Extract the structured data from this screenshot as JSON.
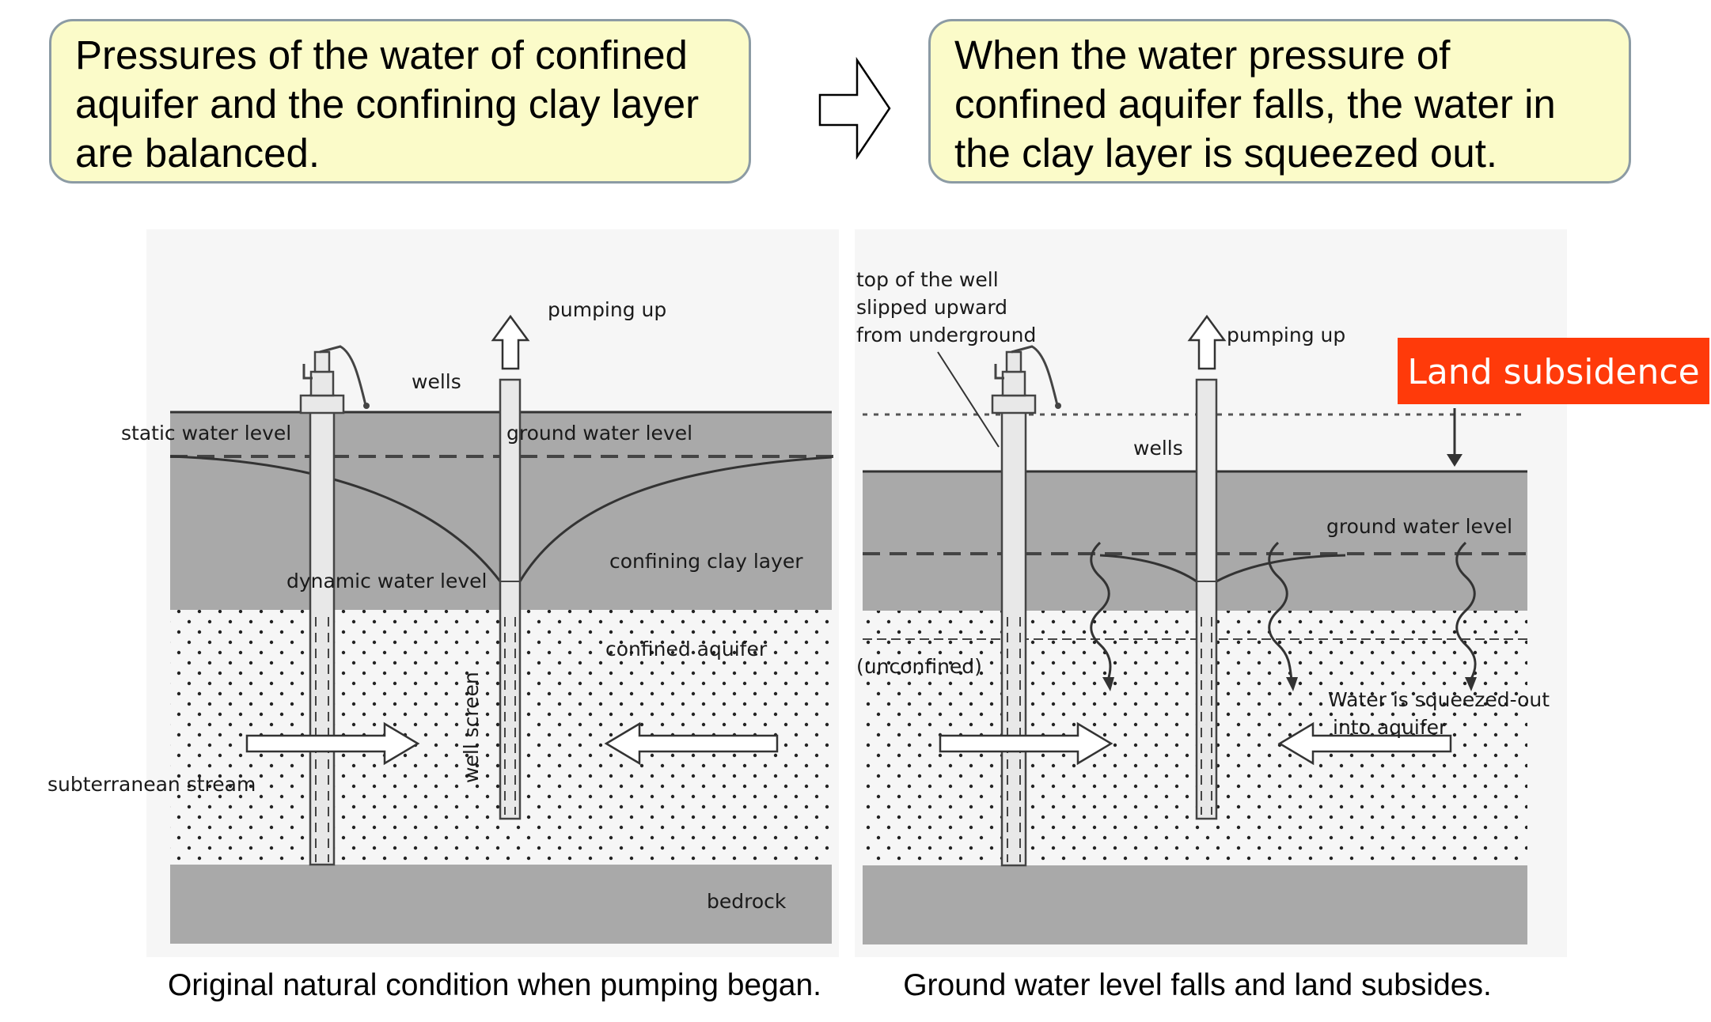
{
  "callouts": {
    "left": {
      "lines": [
        "Pressures of the water of confined",
        "aquifer and the confining clay layer",
        "are balanced."
      ]
    },
    "right": {
      "lines": [
        "When the water pressure of",
        "confined aquifer falls, the water in",
        "the clay layer is squeezed out."
      ]
    },
    "fill_color": "#fbfbc9",
    "border_color": "#8c9ba4"
  },
  "arrow_icon": "right-arrow-outline-icon",
  "left_diagram": {
    "labels": {
      "pumping_up": "pumping up",
      "wells": "wells",
      "static_water_level": "static water level",
      "ground_water_level": "ground water level",
      "dynamic_water_level": "dynamic water level",
      "confining_clay_layer": "confining clay layer",
      "confined_aquifer": "confined aquifer",
      "well_screen": "well screen",
      "subterranean_stream": "subterranean stream",
      "bedrock": "bedrock"
    },
    "caption": "Original natural condition when pumping began."
  },
  "right_diagram": {
    "labels": {
      "top_of_well_1": "top of the well",
      "top_of_well_2": "slipped upward",
      "top_of_well_3": "from underground",
      "pumping_up": "pumping up",
      "wells": "wells",
      "ground_water_level": "ground water level",
      "unconfined": "(unconfined)",
      "squeezed_1": "Water is squeezed-out",
      "squeezed_2": "into aquifer"
    },
    "badge": "Land subsidence",
    "badge_color": "#ff3a0a",
    "caption": "Ground water level falls and land subsides."
  }
}
